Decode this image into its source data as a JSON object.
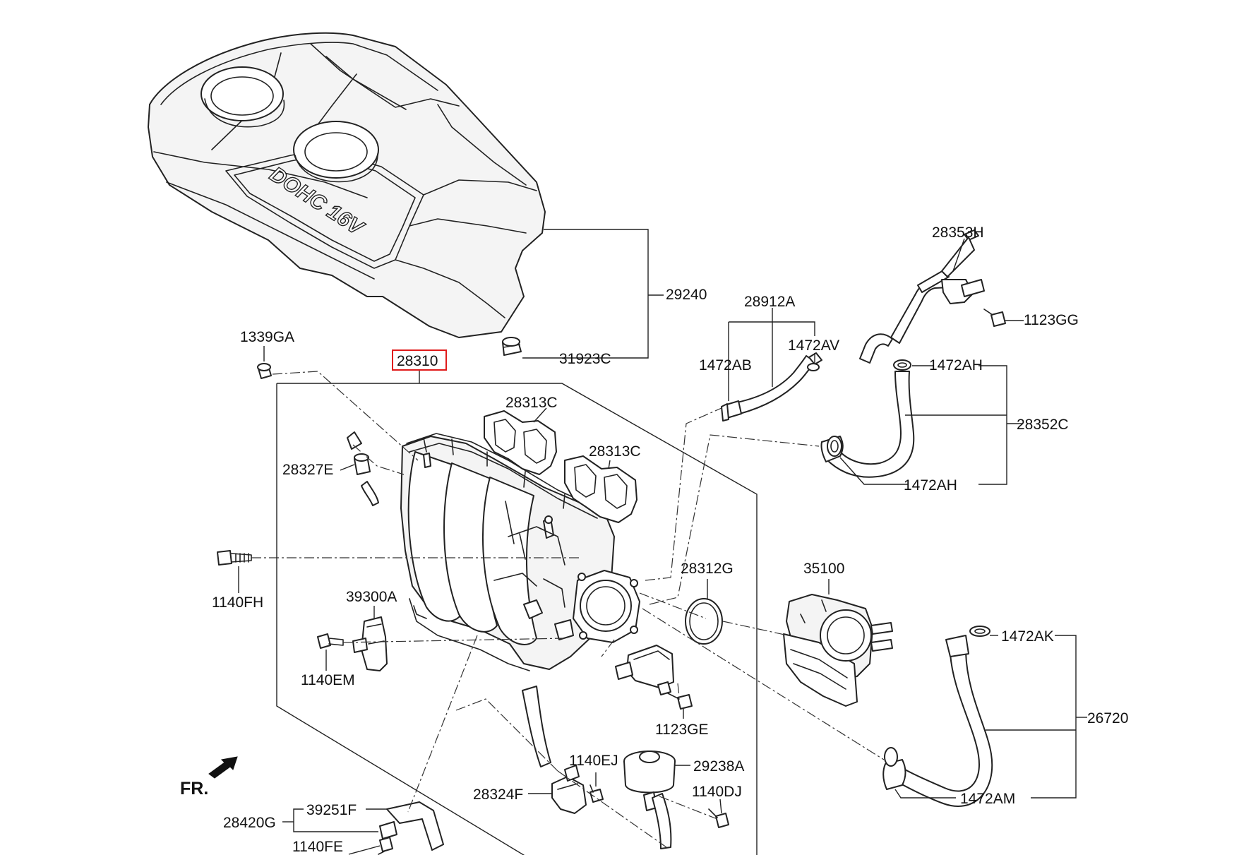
{
  "diagram": {
    "highlight_color": "#e01b1b",
    "cover_emboss_text": "DOHC 16V",
    "direction_marker": "FR.",
    "labels": {
      "p29240": "29240",
      "p31923c": "31923C",
      "p1339ga": "1339GA",
      "p28310": "28310",
      "p28313c_a": "28313C",
      "p28313c_b": "28313C",
      "p28327e": "28327E",
      "p1140fh": "1140FH",
      "p39300a": "39300A",
      "p1140em": "1140EM",
      "p28912a": "28912A",
      "p1472ab": "1472AB",
      "p1472av": "1472AV",
      "p28353h": "28353H",
      "p1123gg": "1123GG",
      "p1472ah_a": "1472AH",
      "p28352c": "28352C",
      "p1472ah_b": "1472AH",
      "p28312g": "28312G",
      "p35100": "35100",
      "p1472ak": "1472AK",
      "p26720": "26720",
      "p1472am": "1472AM",
      "p1123ge": "1123GE",
      "p1140ej": "1140EJ",
      "p29238a": "29238A",
      "p28324f": "28324F",
      "p1140dj": "1140DJ",
      "p39251f": "39251F",
      "p28420g": "28420G",
      "p1140fe": "1140FE"
    }
  }
}
